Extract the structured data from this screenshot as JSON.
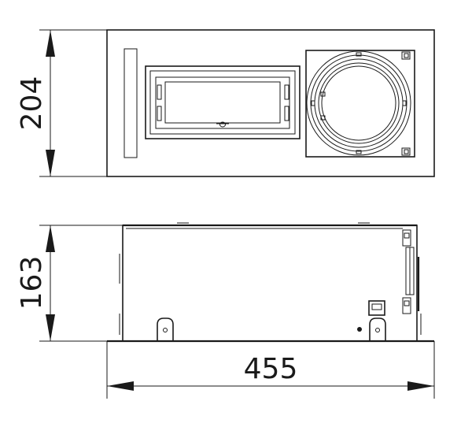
{
  "dimensions": {
    "height_top": "204",
    "height_side": "163",
    "width": "455"
  },
  "colors": {
    "line": "#1a1a1a",
    "background": "#ffffff"
  }
}
